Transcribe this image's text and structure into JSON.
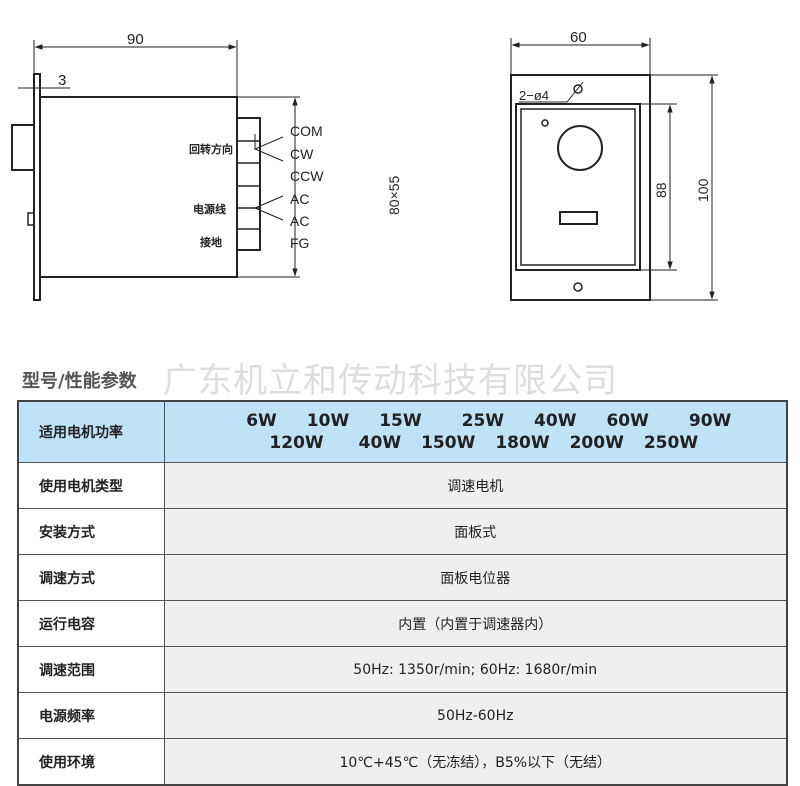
{
  "drawing": {
    "side": {
      "width_dim": "90",
      "plate_dim": "3",
      "labels": {
        "direction": "回转方向",
        "power": "电源线",
        "ground": "接地"
      },
      "terminals": [
        "COM",
        "CW",
        "CCW",
        "AC",
        "AC",
        "FG"
      ],
      "size": "80×55"
    },
    "front": {
      "width_dim": "60",
      "hole_dim": "2−ø4",
      "inner_height_dim": "88",
      "height_dim": "100"
    }
  },
  "section_title": "型号/性能参数",
  "watermark": "广东机立和传动科技有限公司",
  "table": {
    "power_label": "适用电机功率",
    "powers_row1": [
      "6W",
      "10W",
      "15W",
      "25W",
      "40W",
      "60W",
      "90W"
    ],
    "powers_row2": [
      "120W",
      "40W",
      "150W",
      "180W",
      "200W",
      "250W"
    ],
    "rows": [
      {
        "label": "使用电机类型",
        "value": "调速电机"
      },
      {
        "label": "安装方式",
        "value": "面板式"
      },
      {
        "label": "调速方式",
        "value": "面板电位器"
      },
      {
        "label": "运行电容",
        "value": "内置（内置于调速器内）"
      },
      {
        "label": "调速范围",
        "value": "50Hz: 1350r/min;  60Hz: 1680r/min"
      },
      {
        "label": "电源频率",
        "value": "50Hz-60Hz"
      },
      {
        "label": "使用环境",
        "value": "10℃+45℃（无冻结），B5%以下（无结）"
      }
    ]
  }
}
